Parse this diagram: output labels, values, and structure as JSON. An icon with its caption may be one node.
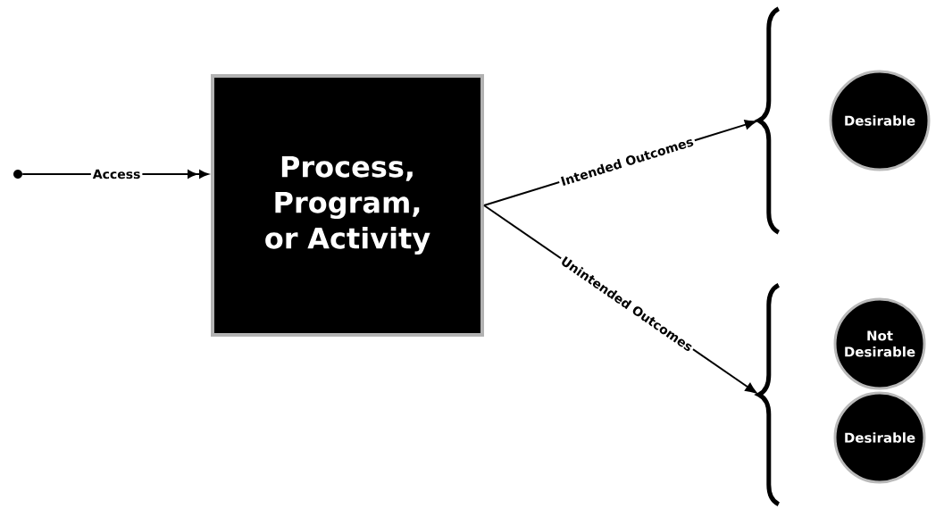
{
  "diagram": {
    "nodes": [
      {
        "text": [],
        "shape": "circle"
      },
      {
        "text": [
          "Process, Program, or Activity"
        ]
      },
      {
        "text": [],
        "shape": "brace"
      },
      {
        "text": [
          "Desirable"
        ]
      },
      {
        "text": [],
        "shape": "brace"
      },
      {
        "text": [
          "Not Desirable"
        ]
      },
      {
        "text": [
          "Desirable"
        ]
      }
    ],
    "edges": [
      {
        "from": 0,
        "to": 1,
        "arrow": "to",
        "label": "Access"
      },
      {
        "from": 1,
        "to": 2,
        "arrow": "to",
        "label": "Intended Outcomes"
      },
      {
        "from": 1,
        "to": 4,
        "arrow": "to",
        "label": "Unintended Outcomes"
      }
    ]
  }
}
